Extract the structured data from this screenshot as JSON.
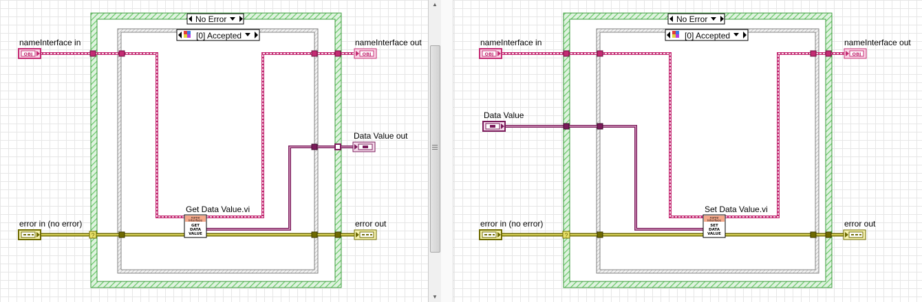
{
  "left_diagram": {
    "outer_case_selector": "No Error",
    "inner_case_selector": "[0] Accepted",
    "labels": {
      "name_in": "nameInterface in",
      "name_out": "nameInterface out",
      "data_value_out": "Data Value out",
      "error_in": "error in (no error)",
      "error_out": "error out",
      "subvi_caption": "Get Data Value.vi"
    },
    "subvi_icon": {
      "banner": "name interface",
      "lines": [
        "GET",
        "DATA",
        "VALUE"
      ]
    }
  },
  "right_diagram": {
    "outer_case_selector": "No Error",
    "inner_case_selector": "[0] Accepted",
    "labels": {
      "name_in": "nameInterface in",
      "name_out": "nameInterface out",
      "data_value_in": "Data Value",
      "error_in": "error in (no error)",
      "error_out": "error out",
      "subvi_caption": "Set Data Value.vi"
    },
    "subvi_icon": {
      "banner": "name interface",
      "lines": [
        "SET",
        "DATA",
        "VALUE"
      ]
    }
  },
  "terminals": {
    "object_text": "OBJ",
    "object_color": "#cc3377",
    "variant_color": "#8c2a6c",
    "error_color": "#6f6f08"
  },
  "colors": {
    "outer_case_frame": "#47b547",
    "inner_case_frame": "#8c8c8c",
    "class_wire": "#c42b73",
    "variant_wire": "#7a1a5a",
    "error_wire_dark": "#6e6a00",
    "error_wire_light": "#e8e16a"
  },
  "icons": [
    "chevron-left-icon",
    "chevron-right-icon",
    "dropdown-arrow-icon",
    "enum-color-icon",
    "question-mark-icon",
    "scroll-up-icon",
    "scroll-down-icon"
  ]
}
